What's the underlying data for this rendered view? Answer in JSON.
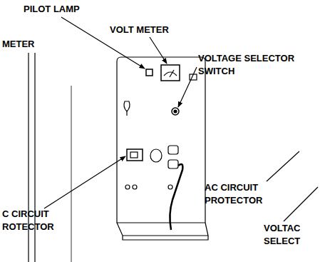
{
  "diagram": {
    "labels": [
      "PILOT LAMP",
      "METER",
      "VOLT METER",
      "VOLTAGE SELECTOR SWITCH",
      "C CIRCUIT ROTECTOR",
      "AC CIRCUIT PROTECTOR",
      "VOLTAC SELECT"
    ]
  }
}
